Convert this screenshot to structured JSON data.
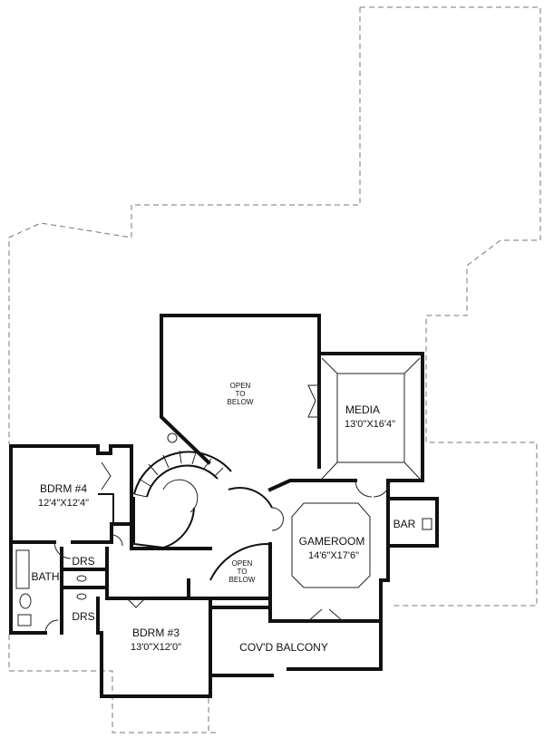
{
  "rooms": {
    "bdrm4": {
      "name": "BDRM #4",
      "dims": "12'4\"X12'4\""
    },
    "bdrm3": {
      "name": "BDRM #3",
      "dims": "13'0\"X12'0\""
    },
    "media": {
      "name": "MEDIA",
      "dims": "13'0\"X16'4\""
    },
    "gameroom": {
      "name": "GAMEROOM",
      "dims": "14'6\"X17'6\""
    },
    "bar": {
      "name": "BAR"
    },
    "bath": {
      "name": "BATH"
    },
    "drs_upper": {
      "name": "DRS"
    },
    "drs_lower": {
      "name": "DRS"
    },
    "balcony": {
      "name": "COV'D BALCONY"
    }
  },
  "open_to_below": {
    "upper": {
      "line1": "OPEN",
      "line2": "TO",
      "line3": "BELOW"
    },
    "lower": {
      "line1": "OPEN",
      "line2": "TO",
      "line3": "BELOW"
    }
  }
}
